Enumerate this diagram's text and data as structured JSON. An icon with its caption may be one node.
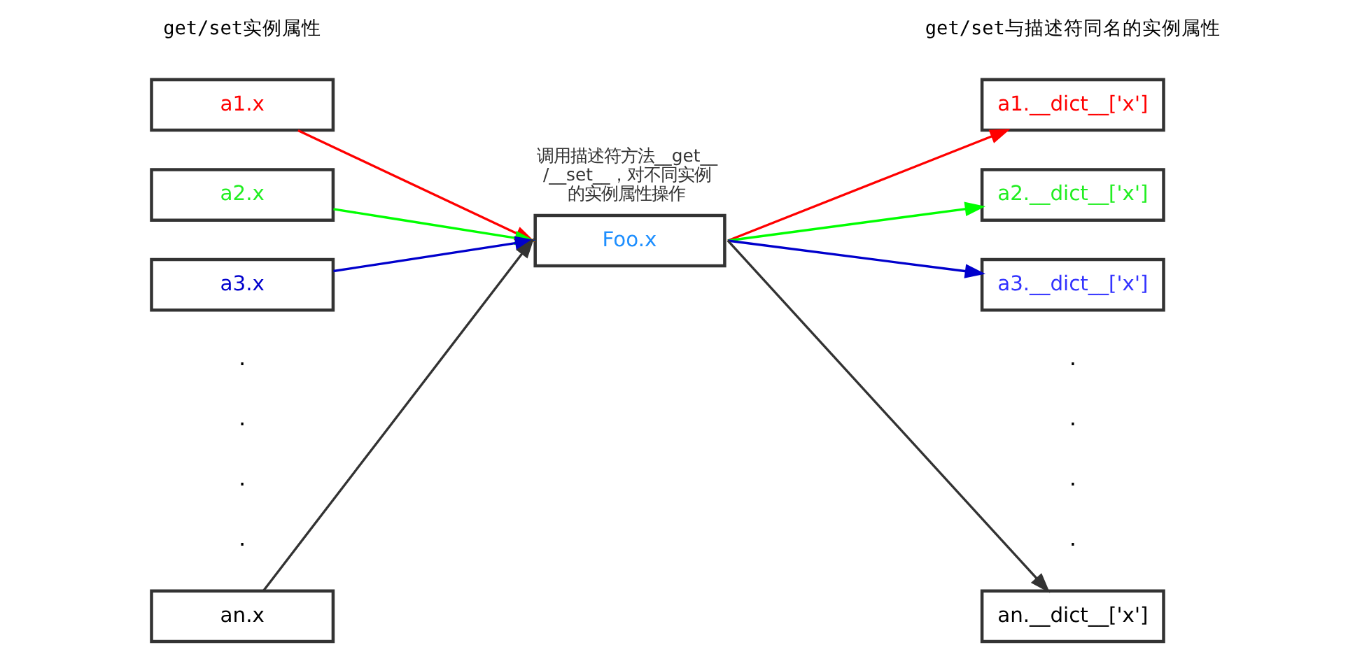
{
  "diagram": {
    "nodes": [
      {
        "text": [
          "a1.x"
        ]
      },
      {
        "text": [
          "a2.x"
        ]
      },
      {
        "text": [
          "a3.x"
        ]
      },
      {
        "text": [
          "an.x"
        ]
      },
      {
        "text": [
          "Foo.x"
        ],
        "beside": [
          "调用描述符方法__get__/__set__，对不同实例的实例属性操作"
        ]
      },
      {
        "text": [
          "a1.__dict__['x']"
        ]
      },
      {
        "text": [
          "a2.__dict__['x']"
        ]
      },
      {
        "text": [
          "a3.__dict__['x']"
        ]
      },
      {
        "text": [
          "an.__dict__['x']"
        ]
      }
    ],
    "edges": [
      {
        "from": 0,
        "to": 4,
        "arrow": "to",
        "color": "#ff0000"
      },
      {
        "from": 1,
        "to": 4,
        "arrow": "to",
        "color": "#00ff00"
      },
      {
        "from": 2,
        "to": 4,
        "arrow": "to",
        "color": "#0000cc"
      },
      {
        "from": 3,
        "to": 4,
        "arrow": "to",
        "color": "#333333"
      },
      {
        "from": 4,
        "to": 5,
        "arrow": "to",
        "color": "#ff0000"
      },
      {
        "from": 4,
        "to": 6,
        "arrow": "to",
        "color": "#00ff00"
      },
      {
        "from": 4,
        "to": 7,
        "arrow": "to",
        "color": "#0000cc"
      },
      {
        "from": 4,
        "to": 8,
        "arrow": "to",
        "color": "#333333"
      }
    ],
    "labels": [
      "get/set实例属性",
      "get/set与描述符同名的实例属性",
      ".",
      ".",
      ".",
      ".",
      ".",
      ".",
      ".",
      "."
    ]
  }
}
